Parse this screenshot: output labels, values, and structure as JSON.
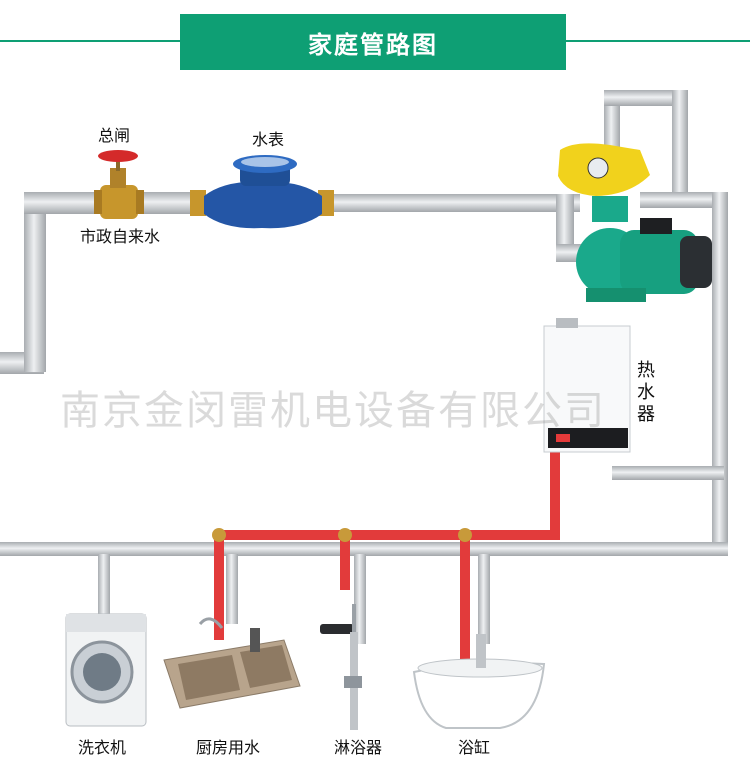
{
  "title": "家庭管路图",
  "labels": {
    "main_valve": "总闸",
    "water_meter": "水表",
    "municipal_water": "市政自来水",
    "water_heater": [
      "热",
      "水",
      "器"
    ],
    "washing_machine": "洗衣机",
    "kitchen_water": "厨房用水",
    "shower": "淋浴器",
    "bathtub": "浴缸"
  },
  "watermark": "南京金闵雷机电设备有限公司",
  "colors": {
    "title_bg": "#0e9f74",
    "cold_pipe": "#c9cccf",
    "hot_pipe": "#e23b3b",
    "pump_body": "#1aa98b",
    "pressure_switch": "#f1d21c",
    "meter_body": "#2456a6",
    "valve_brass": "#c7962c",
    "valve_handle": "#d42a2a"
  },
  "icons": [
    "gate-valve-icon",
    "water-meter-icon",
    "water-pump-icon",
    "water-heater-icon",
    "washing-machine-icon",
    "kitchen-sink-icon",
    "shower-icon",
    "bathtub-icon"
  ]
}
